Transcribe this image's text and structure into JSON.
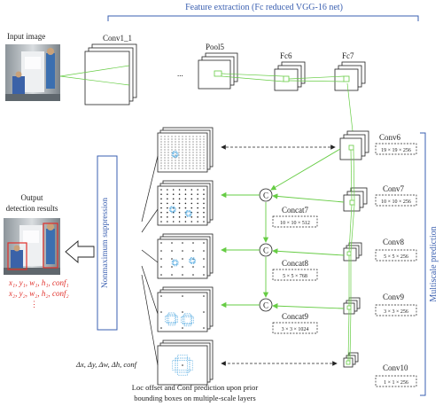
{
  "header": {
    "title": "Feature extraction (Fc reduced VGG-16 net)"
  },
  "input": {
    "label": "Input image"
  },
  "backbone": {
    "layers": [
      "Conv1_1",
      "Pool5",
      "Fc6",
      "Fc7"
    ],
    "ellipsis": "..."
  },
  "multiscale": {
    "label": "Multiscale prediction",
    "layers": [
      {
        "name": "Conv6",
        "dims": "19 × 19 × 256"
      },
      {
        "name": "Conv7",
        "dims": "10 × 10 × 256"
      },
      {
        "name": "Conv8",
        "dims": "5 × 5 × 256"
      },
      {
        "name": "Conv9",
        "dims": "3 × 3 × 256"
      },
      {
        "name": "Conv10",
        "dims": "1 × 1 × 256"
      }
    ]
  },
  "concat": {
    "symbol": "C",
    "blocks": [
      {
        "name": "Concat7",
        "dims": "10 × 10 × 512"
      },
      {
        "name": "Concat8",
        "dims": "5 × 5 × 768"
      },
      {
        "name": "Concat9",
        "dims": "3 × 3 × 1024"
      }
    ]
  },
  "nms": {
    "label": "Nonmaximum suppression"
  },
  "output": {
    "label_line1": "Output",
    "label_line2": "detection results",
    "formula_line1": "x₁, y₁, w₁, h₁, conf₁",
    "formula_line2": "x₂, y₂, w₂, h₂, conf₂",
    "formula_line3": "⋮"
  },
  "prediction": {
    "offset_label": "Δx, Δy, Δw, Δh, conf",
    "caption_line1": "Loc offset and Conf prediction upon prior",
    "caption_line2": "bounding boxes on multiple-scale layers"
  },
  "colors": {
    "accent_blue": "#3a5fb0",
    "green_line": "#66cc44",
    "red_text": "#e0302a",
    "anchor_blue": "#4fa8e0"
  }
}
